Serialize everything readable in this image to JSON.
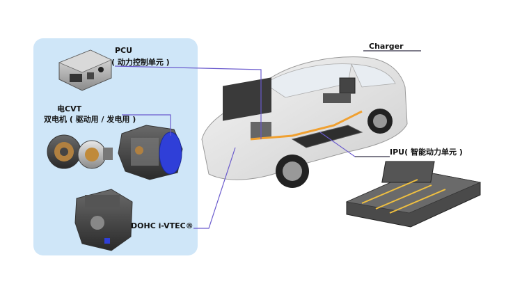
{
  "labels": {
    "pcu": "PCU",
    "pcu_desc": "( 动力控制单元 )",
    "ecvt": "电CVT",
    "motors": "双电机 ( 驱动用 / 发电用 )",
    "engine": "DOHC i-VTEC®",
    "charger": "Charger",
    "ipu": "IPU( 智能动力单元 )"
  },
  "colors": {
    "panel": "#cfe6f8",
    "leader_line": "#6a5acd",
    "motor_highlight": "#2f3fd8",
    "harness": "#f0a030"
  }
}
